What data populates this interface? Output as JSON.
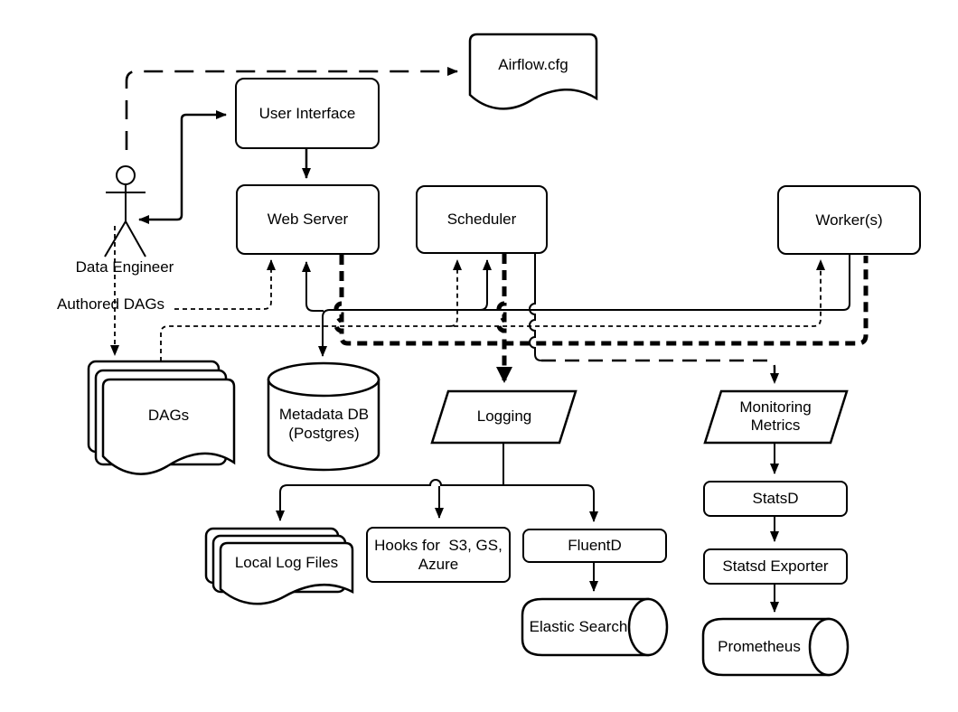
{
  "nodes": {
    "airflow_cfg": "Airflow.cfg",
    "user_interface": "User Interface",
    "web_server": "Web Server",
    "scheduler": "Scheduler",
    "workers": "Worker(s)",
    "dags": "DAGs",
    "metadata_db_line1": "Metadata DB",
    "metadata_db_line2": "(Postgres)",
    "logging": "Logging",
    "monitoring_metrics": "Monitoring Metrics",
    "local_log_files": "Local Log Files",
    "hooks": "Hooks for  S3, GS, Azure",
    "fluentd": "FluentD",
    "elastic_search": "Elastic Search",
    "statsd": "StatsD",
    "statsd_exporter": "Statsd Exporter",
    "prometheus": "Prometheus"
  },
  "annotations": {
    "actor_label": "Data Engineer",
    "edge_label_authored_dags": "Authored DAGs"
  },
  "edges": [
    {
      "from": "Data Engineer",
      "to": "Airflow.cfg",
      "style": "long-dash"
    },
    {
      "from": "Data Engineer",
      "to": "User Interface",
      "style": "solid",
      "bidirectional": true
    },
    {
      "from": "User Interface",
      "to": "Web Server",
      "style": "solid"
    },
    {
      "from": "Data Engineer",
      "to": "DAGs",
      "style": "dashed"
    },
    {
      "from": "Authored DAGs",
      "to": "Web Server",
      "style": "dashed"
    },
    {
      "from": "DAGs",
      "to": "Scheduler",
      "style": "dashed"
    },
    {
      "from": "DAGs",
      "to": "Worker(s)",
      "style": "dashed"
    },
    {
      "from": "Worker(s)",
      "to": "Web Server",
      "style": "solid"
    },
    {
      "from": "Worker(s)",
      "to": "Scheduler",
      "style": "solid"
    },
    {
      "from": "Worker(s)",
      "to": "Metadata DB (Postgres)",
      "style": "solid"
    },
    {
      "from": "Web Server",
      "to": "Worker(s)",
      "style": "thick-dash"
    },
    {
      "from": "Scheduler",
      "to": "Logging",
      "style": "thick-dash"
    },
    {
      "from": "Scheduler",
      "to": "Monitoring Metrics",
      "style": "long-dash"
    },
    {
      "from": "Logging",
      "to": "Local Log Files",
      "style": "solid"
    },
    {
      "from": "Logging",
      "to": "Hooks for  S3, GS, Azure",
      "style": "solid"
    },
    {
      "from": "Logging",
      "to": "FluentD",
      "style": "solid"
    },
    {
      "from": "FluentD",
      "to": "Elastic Search",
      "style": "solid"
    },
    {
      "from": "Monitoring Metrics",
      "to": "StatsD",
      "style": "solid"
    },
    {
      "from": "StatsD",
      "to": "Statsd Exporter",
      "style": "solid"
    },
    {
      "from": "Statsd Exporter",
      "to": "Prometheus",
      "style": "solid"
    }
  ],
  "colors": {
    "stroke": "#000000",
    "background": "#ffffff"
  }
}
